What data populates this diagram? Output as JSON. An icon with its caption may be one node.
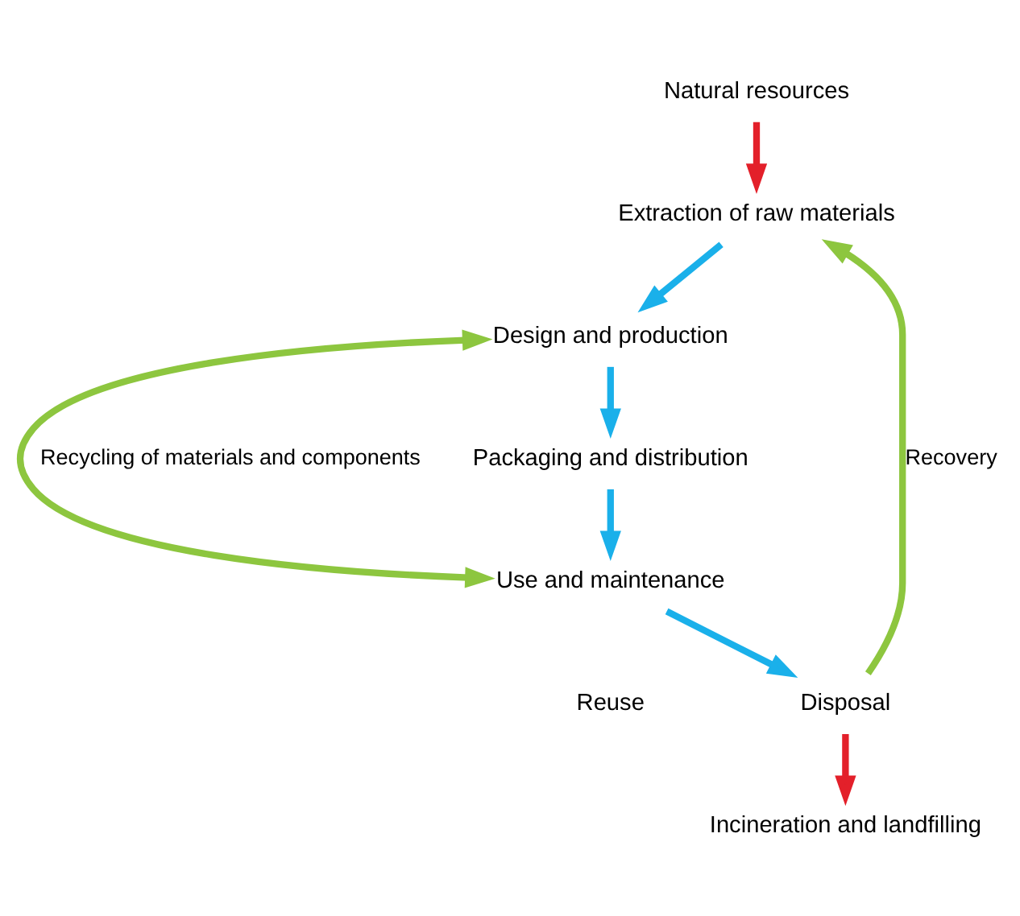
{
  "diagram": {
    "nodes": [
      {
        "text": [
          "Natural resources"
        ]
      },
      {
        "text": [
          "Extraction of raw materials"
        ]
      },
      {
        "text": [
          "Design and production"
        ]
      },
      {
        "text": [
          "Packaging and distribution"
        ]
      },
      {
        "text": [
          "Use and maintenance"
        ]
      },
      {
        "text": [
          "Disposal"
        ]
      },
      {
        "text": [
          "Incineration and landfilling"
        ]
      }
    ],
    "edges": [
      {
        "from": 0,
        "to": 1,
        "arrow": "to",
        "color": "#e3202a"
      },
      {
        "from": 1,
        "to": 2,
        "arrow": "to"
      },
      {
        "from": 2,
        "to": 3,
        "arrow": "to"
      },
      {
        "from": 3,
        "to": 4,
        "arrow": "to"
      },
      {
        "from": 4,
        "to": 5,
        "arrow": "to"
      },
      {
        "from": 5,
        "to": 6,
        "arrow": "to",
        "color": "#e3202a"
      },
      {
        "from": 5,
        "to": 1,
        "arrow": "to",
        "label": "Recovery",
        "color": "#8dc63f"
      },
      {
        "from": 4,
        "to": 2,
        "arrow": "both",
        "label": "Recycling of materials and components",
        "color": "#8dc63f"
      }
    ],
    "labels": [
      "Reuse"
    ]
  }
}
